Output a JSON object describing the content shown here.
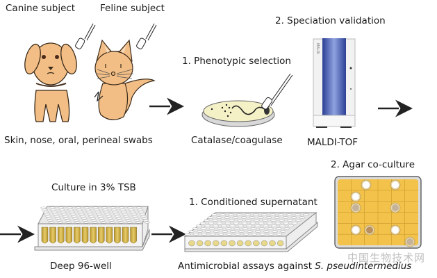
{
  "figure": {
    "top_row": {
      "subjects": {
        "canine_label": "Canine subject",
        "feline_label": "Feline subject",
        "caption": "Skin, nose, oral, perineal swabs"
      },
      "step1": {
        "title": "1. Phenotypic selection",
        "caption": "Catalase/coagulase"
      },
      "step2": {
        "title": "2. Speciation validation",
        "instrument_text": "MALDI",
        "caption": "MALDI-TOF"
      }
    },
    "bottom_row": {
      "culture": {
        "title": "Culture in 3% TSB",
        "caption": "Deep 96-well"
      },
      "assay1": {
        "title": "1. Conditioned supernatant"
      },
      "assay2": {
        "title": "2. Agar co-culture"
      },
      "caption_prefix": "Antimicrobial assays against ",
      "caption_species": "S. pseudintermedius"
    },
    "watermark": "中国生物技术网",
    "colors": {
      "animal_fill": "#F2BE85",
      "plate_liquid": "#D9B84A",
      "agar": "#F2C24A",
      "maldi_blue": "#3D55B0"
    }
  }
}
